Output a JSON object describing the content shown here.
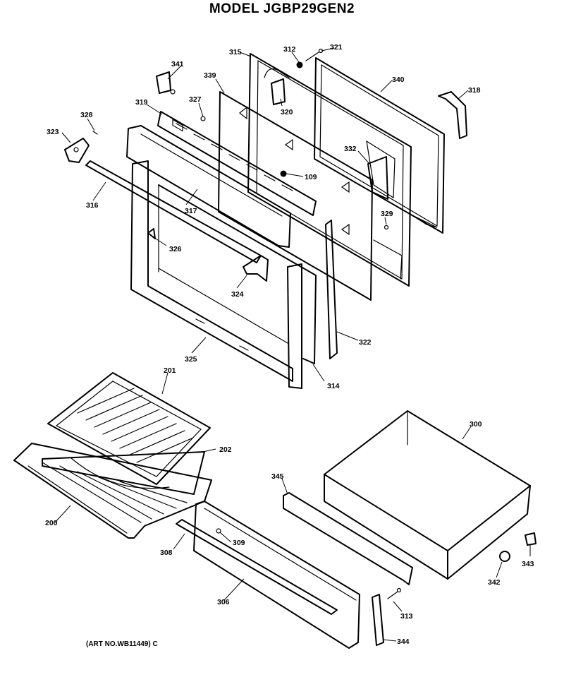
{
  "title": "MODEL JGBP29GEN2",
  "art_number": "(ART NO.WB11449) C",
  "parts": {
    "p341": "341",
    "p327": "327",
    "p339": "339",
    "p319": "319",
    "p315": "315",
    "p312": "312",
    "p321": "321",
    "p340": "340",
    "p318": "318",
    "p320": "320",
    "p328": "328",
    "p323": "323",
    "p109": "109",
    "p332": "332",
    "p316": "316",
    "p317": "317",
    "p326": "326",
    "p329": "329",
    "p324": "324",
    "p322": "322",
    "p325": "325",
    "p314": "314",
    "p201": "201",
    "p202": "202",
    "p200": "200",
    "p300": "300",
    "p345": "345",
    "p308": "308",
    "p309": "309",
    "p306": "306",
    "p313": "313",
    "p344": "344",
    "p343": "343",
    "p342": "342"
  }
}
